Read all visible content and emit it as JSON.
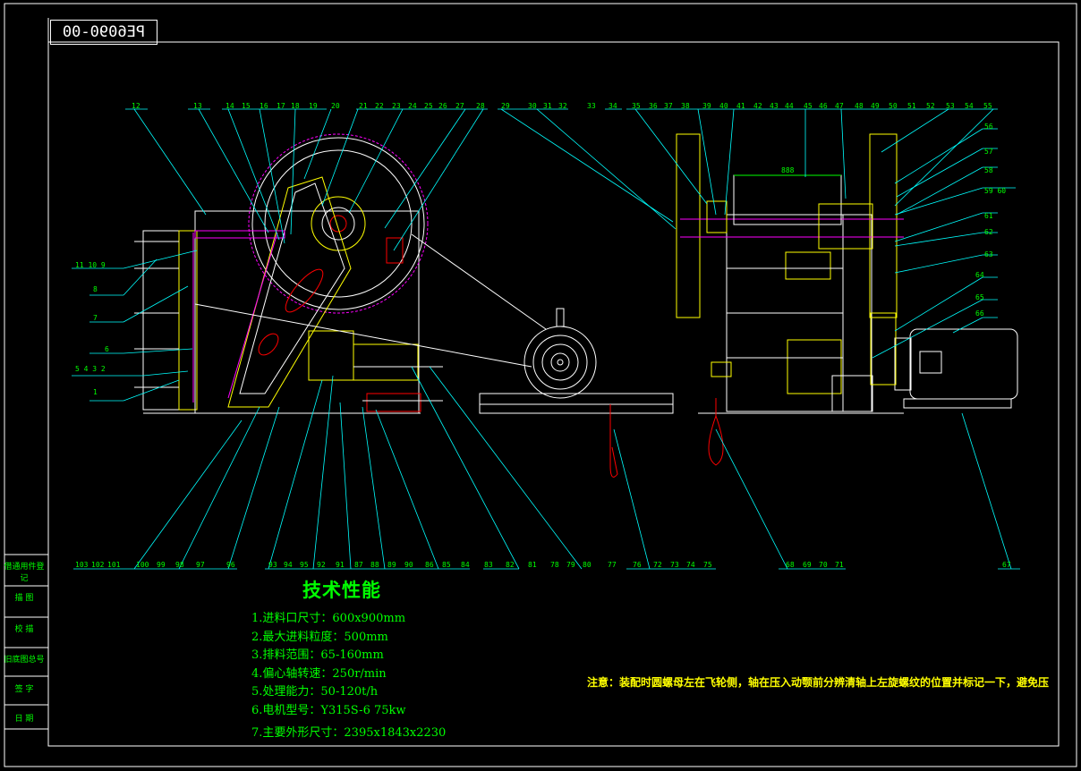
{
  "drawing": {
    "code": "PE6090-00",
    "dimension_label": "888"
  },
  "side_table": [
    "借通用件登记",
    "描 图",
    "校 描",
    "旧底图总号",
    "签 字",
    "日 期"
  ],
  "callouts": {
    "top_left": [
      "12",
      "13",
      "14",
      "15",
      "16",
      "17",
      "18",
      "19",
      "20",
      "21",
      "22",
      "23",
      "24",
      "25",
      "26",
      "27",
      "28"
    ],
    "top_mid": [
      "29",
      "30",
      "31",
      "32",
      "33",
      "34",
      "35",
      "36",
      "37",
      "38",
      "39",
      "40",
      "41",
      "42",
      "43",
      "44",
      "45",
      "46",
      "47",
      "48",
      "49",
      "50",
      "51",
      "52",
      "53",
      "54",
      "55"
    ],
    "right": [
      "56",
      "57",
      "58",
      "59 60",
      "61",
      "62",
      "63",
      "64",
      "65",
      "66"
    ],
    "left": [
      "11 10 9",
      "8",
      "7",
      "6",
      "5 4 3 2",
      "1"
    ],
    "bottom_left": [
      "103",
      "102",
      "101",
      "100",
      "99",
      "98",
      "97",
      "96",
      "93",
      "94",
      "95",
      "92",
      "91",
      "87",
      "88",
      "89",
      "90",
      "86",
      "85",
      "84",
      "83",
      "82",
      "81",
      "78",
      "79",
      "80",
      "77",
      "76",
      "72",
      "73",
      "74",
      "75"
    ],
    "bottom_right": [
      "68",
      "69",
      "70",
      "71",
      "67"
    ]
  },
  "tech": {
    "title": "技术性能",
    "specs": [
      "1.进料口尺寸：600x900mm",
      "2.最大进料粒度：500mm",
      "3.排料范围：65-160mm",
      "4.偏心轴转速：250r/min",
      "5.处理能力：50-120t/h",
      "6.电机型号：Y315S-6  75kw",
      "7.主要外形尺寸：2395x1843x2230"
    ]
  },
  "note": "注意：装配时圆螺母左在飞轮侧，轴在压入动颚前分辨清轴上左旋螺纹的位置并标记一下，避免压"
}
